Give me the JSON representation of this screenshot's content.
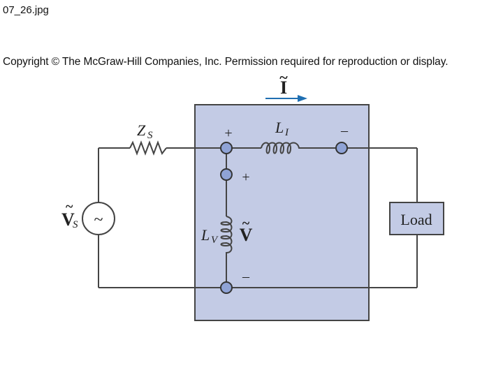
{
  "header": {
    "filename": "07_26.jpg",
    "copyright": "Copyright © The McGraw-Hill Companies, Inc. Permission required for reproduction or display."
  },
  "circuit": {
    "current_label": "I",
    "current_tilde": "~",
    "source_impedance_main": "Z",
    "source_impedance_sub": "S",
    "source_voltage_main": "V",
    "source_voltage_sub": "S",
    "source_voltage_tilde": "~",
    "source_symbol": "~",
    "series_inductor_main": "L",
    "series_inductor_sub": "I",
    "shunt_inductor_main": "L",
    "shunt_inductor_sub": "V",
    "voltage_label": "V",
    "voltage_tilde": "~",
    "plus_top": "+",
    "minus_top": "–",
    "plus_shunt": "+",
    "minus_shunt": "–",
    "load_label": "Load"
  },
  "colors": {
    "box_fill": "#c3cbe5",
    "box_stroke": "#444444",
    "wire": "#444444",
    "terminal_fill": "#8fa3d6",
    "arrow": "#1f6fb2"
  }
}
